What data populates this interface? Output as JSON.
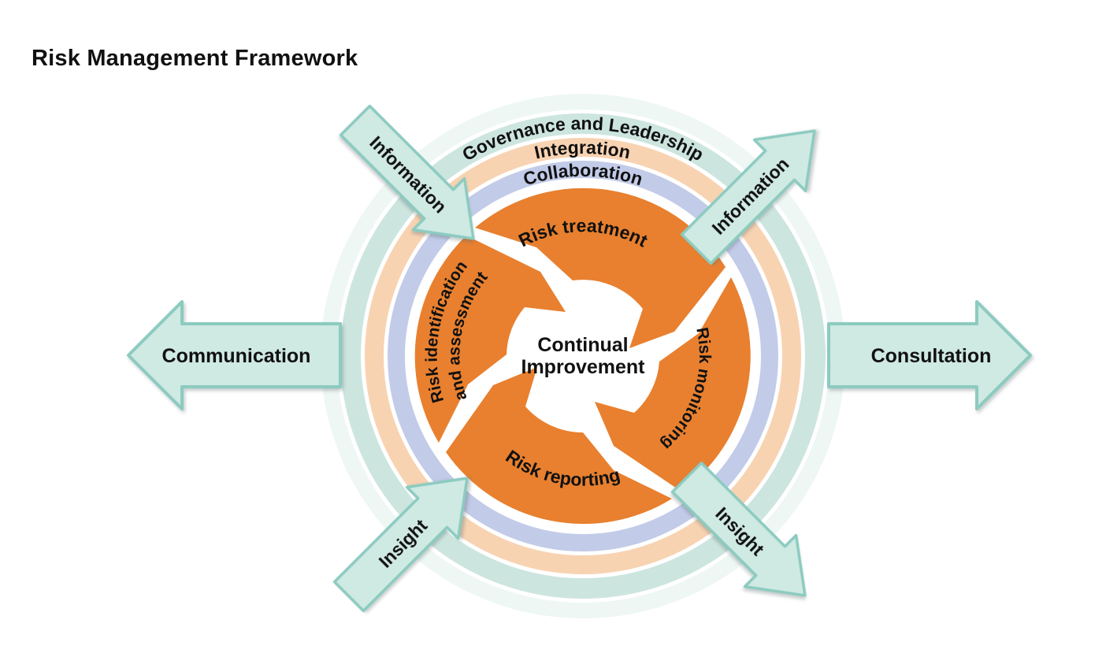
{
  "title": "Risk Management Framework",
  "rings": {
    "outer": {
      "label": "Governance and Leadership",
      "color": "#CDE5DF"
    },
    "middle": {
      "label": "Integration",
      "color": "#F8D3B2"
    },
    "inner": {
      "label": "Collaboration",
      "color": "#C2CBE8"
    },
    "halo_color": "#E0F0EB"
  },
  "cycle": {
    "color": "#E8802F",
    "center": {
      "line1": "Continual",
      "line2": "Improvement"
    },
    "segments": {
      "top": "Risk treatment",
      "right": "Risk monitoring",
      "bottom": "Risk reporting",
      "left_line1": "Risk identification",
      "left_line2": "and assessment"
    }
  },
  "arrows": {
    "fill": "#CFE9E3",
    "stroke": "#8CCBC0",
    "left": "Communication",
    "right": "Consultation",
    "top_left": "Information",
    "top_right": "Information",
    "bottom_left": "Insight",
    "bottom_right": "Insight"
  }
}
